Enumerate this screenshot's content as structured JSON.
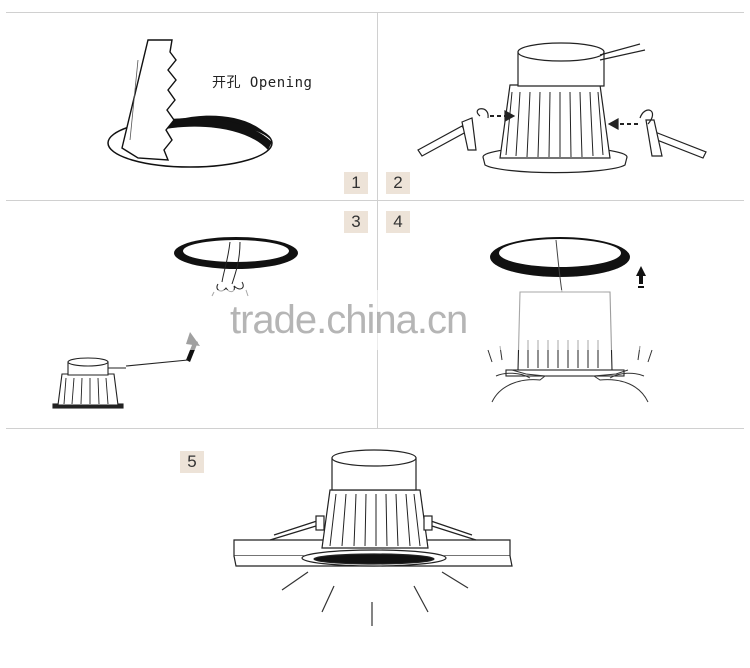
{
  "steps": {
    "s1": "1",
    "s2": "2",
    "s3": "3",
    "s4": "4",
    "s5": "5"
  },
  "captions": {
    "opening": "开孔 Opening"
  },
  "watermark": {
    "text": "trade.china.cn"
  },
  "colors": {
    "line": "#222222",
    "ring": "#111111",
    "step_badge": "#ede3d8",
    "divider": "#d0d0d0"
  }
}
